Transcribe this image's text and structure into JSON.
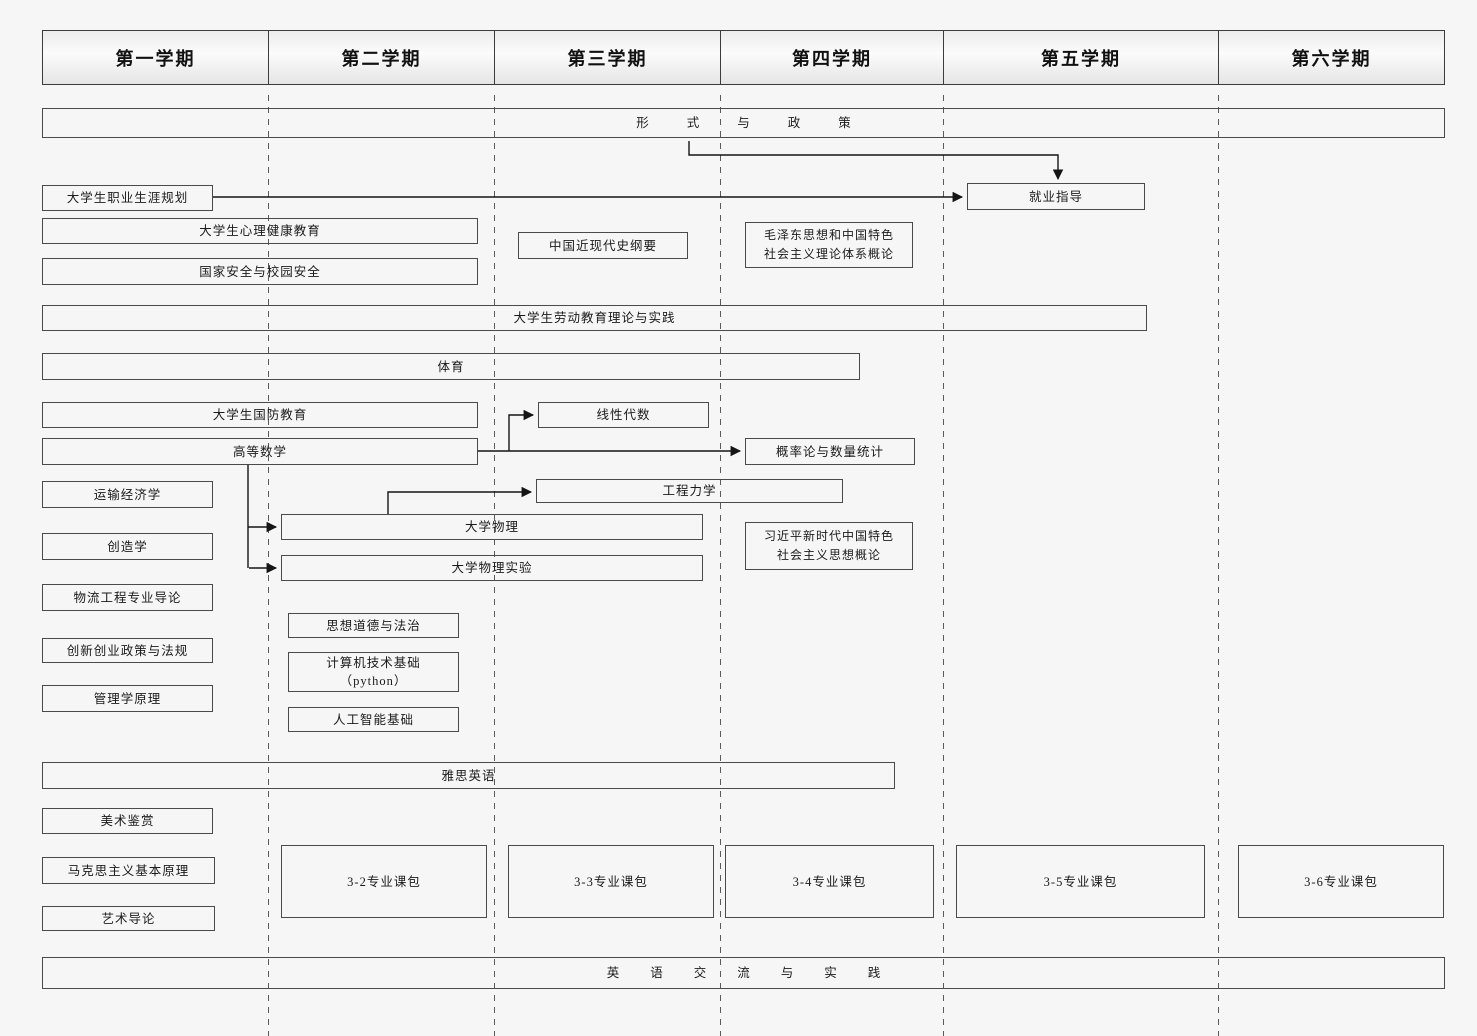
{
  "semesters": {
    "s1": "第一学期",
    "s2": "第二学期",
    "s3": "第三学期",
    "s4": "第四学期",
    "s5": "第五学期",
    "s6": "第六学期"
  },
  "courses": {
    "xingshi_zhengce": "形式与政策",
    "zhiye_shengya": "大学生职业生涯规划",
    "jiuye_zhidao": "就业指导",
    "xinli_jiankang": "大学生心理健康教育",
    "jindaishi": "中国近现代史纲要",
    "maozedong_line1": "毛泽东思想和中国特色",
    "maozedong_line2": "社会主义理论体系概论",
    "guojia_anquan": "国家安全与校园安全",
    "laodong_jiaoyu": "大学生劳动教育理论与实践",
    "tiyu": "体育",
    "guofang_jiaoyu": "大学生国防教育",
    "xianxing_daishu": "线性代数",
    "gaodeng_shuxue": "高等数学",
    "gailvlun": "概率论与数量统计",
    "yunshu_jingjixue": "运输经济学",
    "gongcheng_lixue": "工程力学",
    "daxue_wuli": "大学物理",
    "chuangzaoxue": "创造学",
    "xijinping_line1": "习近平新时代中国特色",
    "xijinping_line2": "社会主义思想概论",
    "daxue_wuli_shiyan": "大学物理实验",
    "wuliu_daolun": "物流工程专业导论",
    "sixiang_daode": "思想道德与法治",
    "chuangxin_fagui": "创新创业政策与法规",
    "jisuanji_line1": "计算机技术基础",
    "jisuanji_line2": "（python）",
    "guanlixue": "管理学原理",
    "rengong_zhineng": "人工智能基础",
    "yasi_yingyu": "雅思英语",
    "meishu_jianshang": "美术鉴赏",
    "makesi": "马克思主义基本原理",
    "yishu_daolun": "艺术导论",
    "pack_3_2": "3-2专业课包",
    "pack_3_3": "3-3专业课包",
    "pack_3_4": "3-4专业课包",
    "pack_3_5": "3-5专业课包",
    "pack_3_6": "3-6专业课包",
    "yingyu_jiaoliu": "英语交流与实践"
  },
  "edges": [
    {
      "from": "形式与政策",
      "to": "就业指导"
    },
    {
      "from": "大学生职业生涯规划",
      "to": "就业指导"
    },
    {
      "from": "高等数学",
      "to": "线性代数"
    },
    {
      "from": "高等数学",
      "to": "概率论与数量统计"
    },
    {
      "from": "高等数学",
      "to": "大学物理"
    },
    {
      "from": "高等数学",
      "to": "大学物理实验"
    },
    {
      "from": "大学物理",
      "to": "工程力学"
    }
  ],
  "colors": {
    "background": "#f6f6f6",
    "box_border": "#4a4a4a",
    "connector": "#151515",
    "header_gradient_top": "#ececec",
    "header_gradient_bottom": "#e5e5e5"
  }
}
